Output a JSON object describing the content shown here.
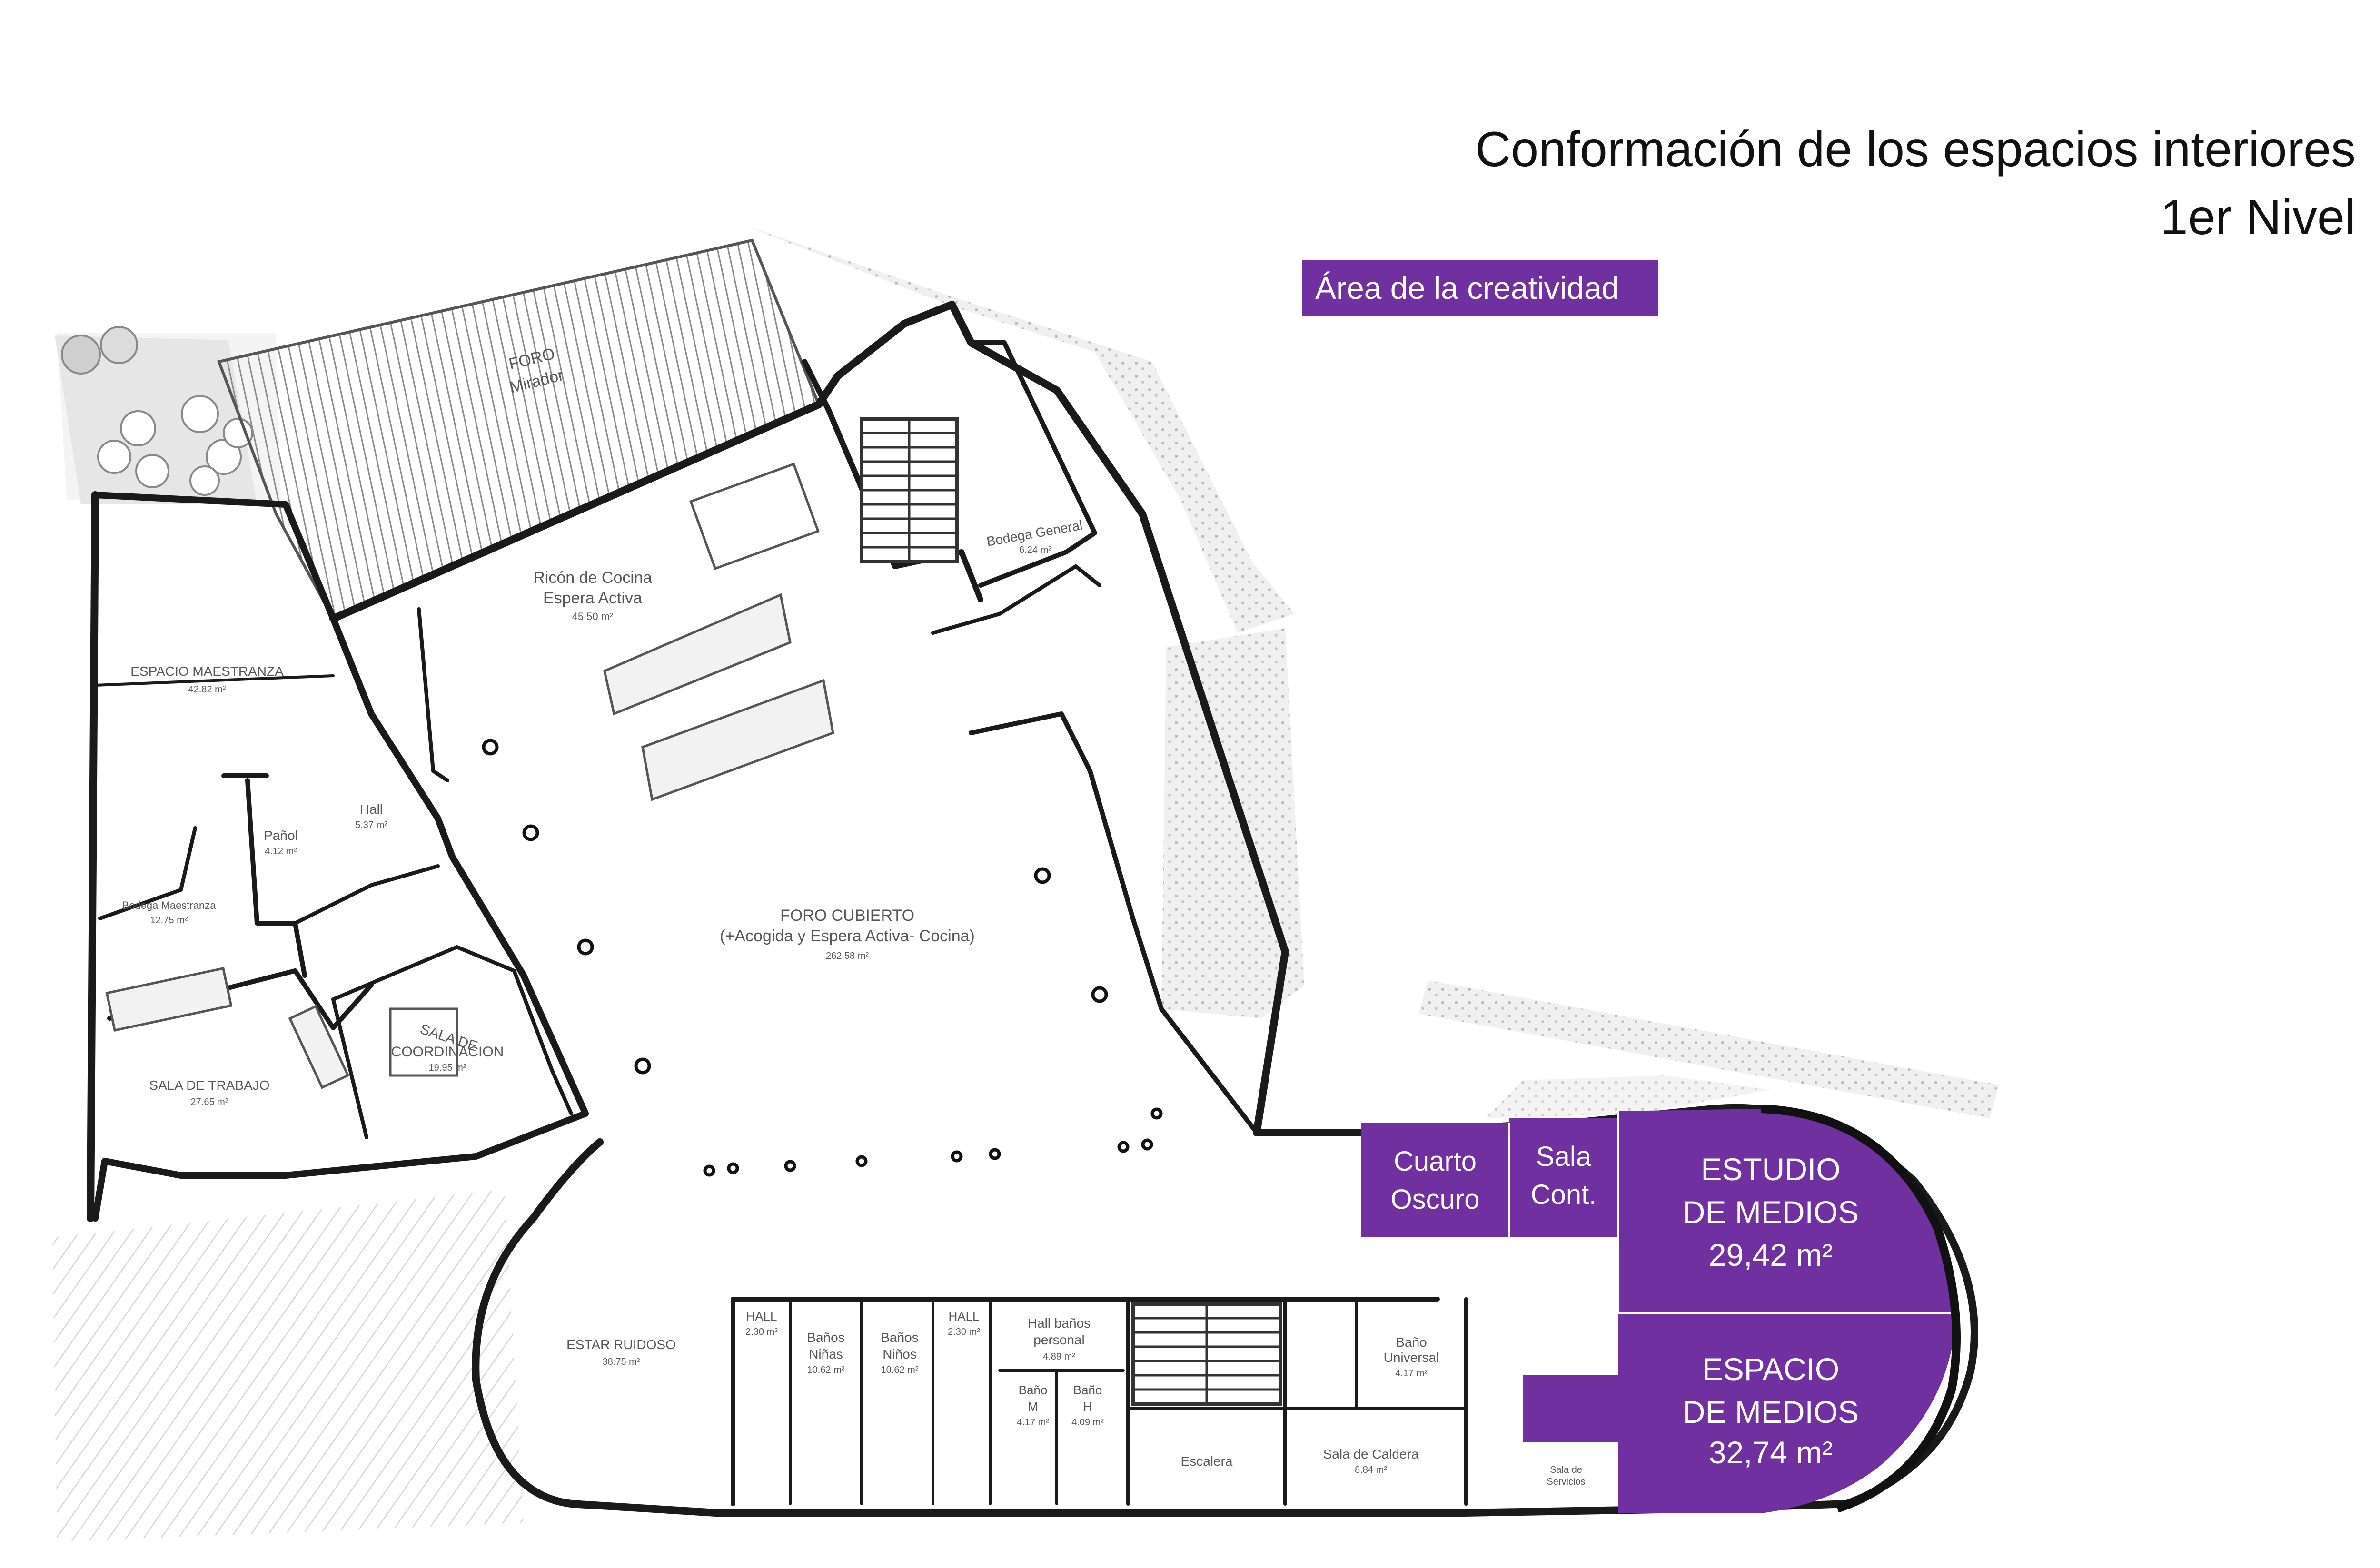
{
  "title": {
    "line1": "Conformación de los espacios interiores",
    "line2": "1er Nivel"
  },
  "legend": {
    "label": "Área de la creatividad",
    "color": "#7030a0"
  },
  "colors": {
    "highlight": "#7030a0",
    "wall": "#1a1a1a",
    "hatch": "#9a9a9a"
  },
  "highlighted_rooms": {
    "cuarto_oscuro": {
      "line1": "Cuarto",
      "line2": "Oscuro"
    },
    "sala_cont": {
      "line1": "Sala",
      "line2": "Cont."
    },
    "estudio": {
      "line1": "ESTUDIO",
      "line2": "DE MEDIOS",
      "area": "29,42 m²"
    },
    "espacio": {
      "line1": "ESPACIO",
      "line2": "DE MEDIOS",
      "area": "32,74 m²"
    }
  },
  "rooms": {
    "foro_mirador": {
      "name": "FORO",
      "name2": "Mirador"
    },
    "cocina": {
      "name": "Ricón de Cocina",
      "name2": "Espera Activa",
      "area": "45.50 m²"
    },
    "bodega_general": {
      "name": "Bodega General",
      "area": "6.24 m²"
    },
    "maestranza": {
      "name": "ESPACIO MAESTRANZA",
      "area": "42.82 m²"
    },
    "panol": {
      "name": "Pañol",
      "area": "4.12 m²"
    },
    "hall": {
      "name": "Hall",
      "area": "5.37 m²"
    },
    "bodega_maestranza": {
      "name": "Bodega Maestranza",
      "area": "12.75 m²"
    },
    "foro_cubierto": {
      "name": "FORO CUBIERTO",
      "name2": "(+Acogida y Espera Activa- Cocina)",
      "area": "262.58 m²"
    },
    "coordinacion": {
      "name": "SALA DE",
      "name2": "COORDINACION",
      "area": "19.95 m²"
    },
    "trabajo": {
      "name": "SALA DE TRABAJO",
      "area": "27.65 m²"
    },
    "estar_ruidoso": {
      "name": "ESTAR RUIDOSO",
      "area": "38.75 m²"
    },
    "hall_a": {
      "name": "HALL",
      "area": "2.30 m²"
    },
    "banos_ninas": {
      "name": "Baños",
      "name2": "Niñas",
      "area": "10.62 m²"
    },
    "banos_ninos": {
      "name": "Baños",
      "name2": "Niños",
      "area": "10.62 m²"
    },
    "hall_b": {
      "name": "HALL",
      "area": "2.30 m²"
    },
    "hall_personal": {
      "name": "Hall baños",
      "name2": "personal",
      "area": "4.89 m²"
    },
    "bano_m": {
      "name": "Baño",
      "name2": "M",
      "area": "4.17 m²"
    },
    "bano_h": {
      "name": "Baño",
      "name2": "H",
      "area": "4.09 m²"
    },
    "escalera": {
      "name": "Escalera"
    },
    "caldera": {
      "name": "Sala de Caldera",
      "area": "8.84 m²"
    },
    "bano_universal": {
      "name": "Baño",
      "name2": "Universal",
      "area": "4.17 m²"
    },
    "servicios": {
      "name": "Sala de",
      "name2": "Servicios"
    }
  }
}
